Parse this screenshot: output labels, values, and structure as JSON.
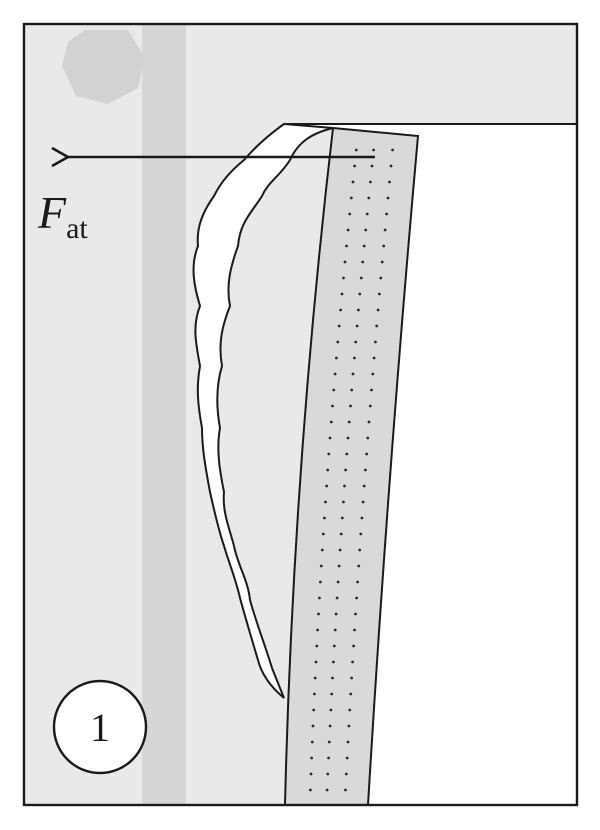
{
  "force": {
    "symbol": "F",
    "subscript": "at"
  },
  "panel_number": "1",
  "colors": {
    "background": "#e9e9e9",
    "vertical_band": "#d6d6d6",
    "hexagon": "#d2d2d2",
    "strip_fill": "#d9d9d9",
    "open_area": "#ffffff",
    "line": "#1a1a1a"
  }
}
